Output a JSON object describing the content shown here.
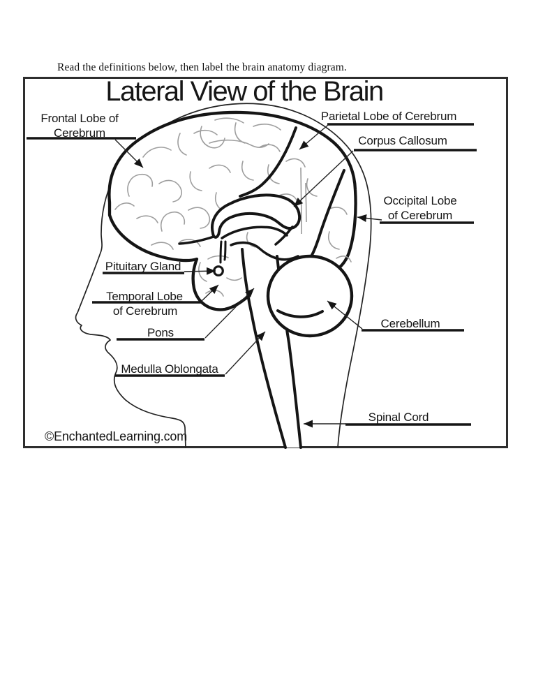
{
  "page": {
    "instruction": "Read the definitions below, then label the brain anatomy diagram."
  },
  "diagram": {
    "title": "Lateral View of the Brain",
    "credit": "©EnchantedLearning.com",
    "labels": {
      "frontal": "Frontal Lobe of\nCerebrum",
      "parietal": "Parietal Lobe of Cerebrum",
      "corpus_callosum": "Corpus Callosum",
      "occipital": "Occipital Lobe\nof Cerebrum",
      "pituitary": "Pituitary Gland",
      "temporal_line1": "Temporal Lobe",
      "temporal_line2": "of Cerebrum",
      "pons": "Pons",
      "medulla": "Medulla Oblongata",
      "cerebellum": "Cerebellum",
      "spinal_cord": "Spinal Cord"
    },
    "colors": {
      "ink": "#151515",
      "sulci": "#9e9e9e"
    }
  }
}
